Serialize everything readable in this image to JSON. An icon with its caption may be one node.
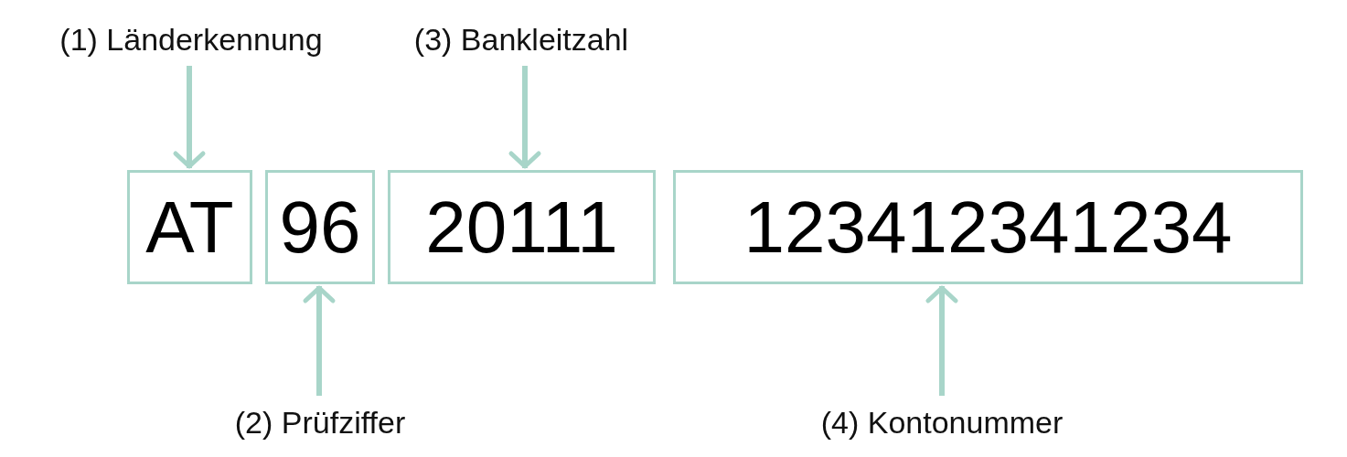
{
  "diagram": {
    "nodes": [
      {
        "text": [
          "(1) Länderkennung"
        ]
      },
      {
        "text": [
          "(3) Bankleitzahl"
        ]
      },
      {
        "text": [
          "AT"
        ]
      },
      {
        "text": [
          "96"
        ]
      },
      {
        "text": [
          "20111"
        ]
      },
      {
        "text": [
          "123412341234"
        ]
      },
      {
        "text": [
          "(2) Prüfziffer"
        ]
      },
      {
        "text": [
          "(4) Kontonummer"
        ]
      }
    ],
    "edges": [
      {
        "from": 0,
        "to": 2,
        "arrow": "to"
      },
      {
        "from": 1,
        "to": 4,
        "arrow": "to"
      },
      {
        "from": 6,
        "to": 3,
        "arrow": "to"
      },
      {
        "from": 7,
        "to": 5,
        "arrow": "to"
      }
    ]
  }
}
